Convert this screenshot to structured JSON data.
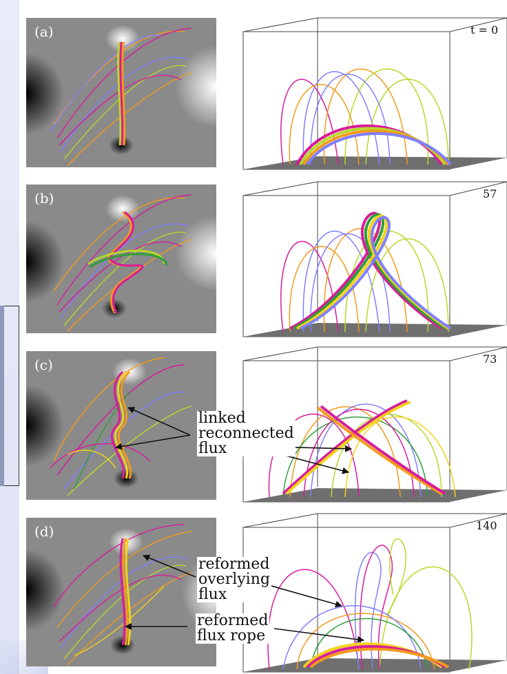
{
  "panels": [
    {
      "label": "(a)",
      "time": "t = 0"
    },
    {
      "label": "(b)",
      "time": "57"
    },
    {
      "label": "(c)",
      "time": "73"
    },
    {
      "label": "(d)",
      "time": "140"
    }
  ],
  "annotations": {
    "c": [
      "linked",
      "reconnected",
      "flux"
    ],
    "d_top": [
      "reformed",
      "overlying",
      "flux"
    ],
    "d_bottom": [
      "reformed",
      "flux rope"
    ]
  },
  "colors": {
    "field_lines": [
      "#d81b9b",
      "#f29a1b",
      "#7f7fff",
      "#b6d92a",
      "#f2d21b",
      "#2e9e3a"
    ],
    "magnetogram_bg": "#8a8a8a",
    "box_floor": "#6f6f6f"
  }
}
